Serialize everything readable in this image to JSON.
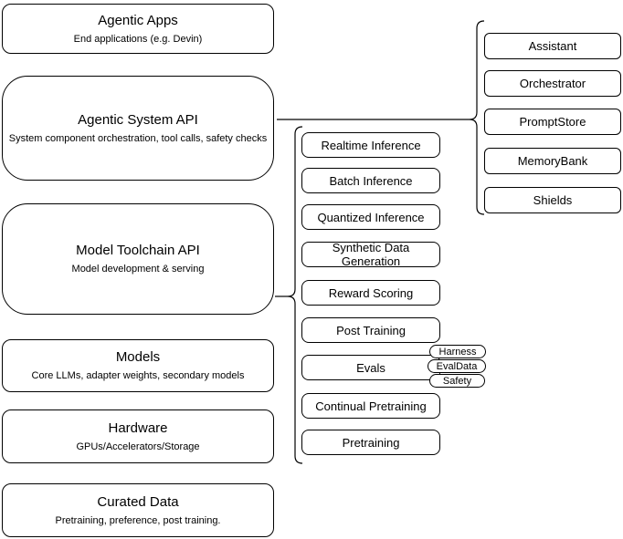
{
  "diagram": {
    "left_stack": [
      {
        "title": "Agentic Apps",
        "subtitle": "End applications (e.g. Devin)"
      },
      {
        "title": "Agentic System API",
        "subtitle": "System component orchestration, tool calls, safety checks"
      },
      {
        "title": "Model Toolchain API",
        "subtitle": "Model development & serving"
      },
      {
        "title": "Models",
        "subtitle": "Core LLMs, adapter weights, secondary models"
      },
      {
        "title": "Hardware",
        "subtitle": "GPUs/Accelerators/Storage"
      },
      {
        "title": "Curated Data",
        "subtitle": "Pretraining, preference, post training."
      }
    ],
    "toolchain_components": [
      "Realtime Inference",
      "Batch Inference",
      "Quantized Inference",
      "Synthetic Data Generation",
      "Reward Scoring",
      "Post Training",
      "Evals",
      "Continual Pretraining",
      "Pretraining"
    ],
    "evals_tags": [
      "Harness",
      "EvalData",
      "Safety"
    ],
    "system_components": [
      "Assistant",
      "Orchestrator",
      "PromptStore",
      "MemoryBank",
      "Shields"
    ],
    "colors": {
      "stroke": "#000000",
      "background": "#ffffff"
    }
  }
}
